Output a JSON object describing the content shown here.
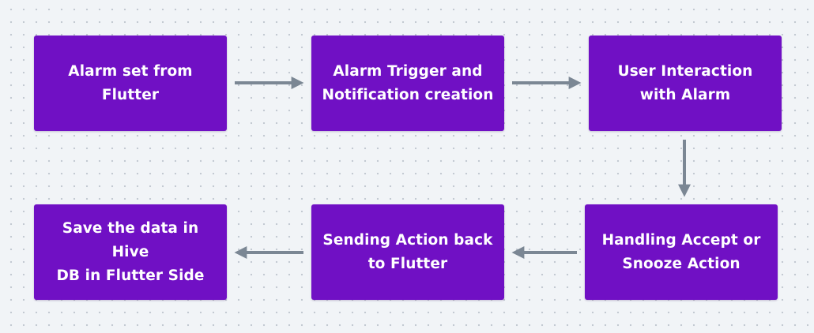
{
  "diagram": {
    "nodes": [
      {
        "id": "n1",
        "label": "Alarm set from\nFlutter"
      },
      {
        "id": "n2",
        "label": "Alarm Trigger and\nNotification creation"
      },
      {
        "id": "n3",
        "label": "User Interaction\nwith Alarm"
      },
      {
        "id": "n4",
        "label": "Handling Accept or\nSnooze Action"
      },
      {
        "id": "n5",
        "label": "Sending Action back\nto Flutter"
      },
      {
        "id": "n6",
        "label": "Save the data in Hive\nDB in Flutter Side"
      }
    ],
    "edges": [
      {
        "from": "n1",
        "to": "n2"
      },
      {
        "from": "n2",
        "to": "n3"
      },
      {
        "from": "n3",
        "to": "n4"
      },
      {
        "from": "n4",
        "to": "n5"
      },
      {
        "from": "n5",
        "to": "n6"
      }
    ],
    "colors": {
      "node_fill": "#7010c4",
      "node_text": "#ffffff",
      "arrow": "#7b8794",
      "background": "#f1f4f7"
    }
  }
}
